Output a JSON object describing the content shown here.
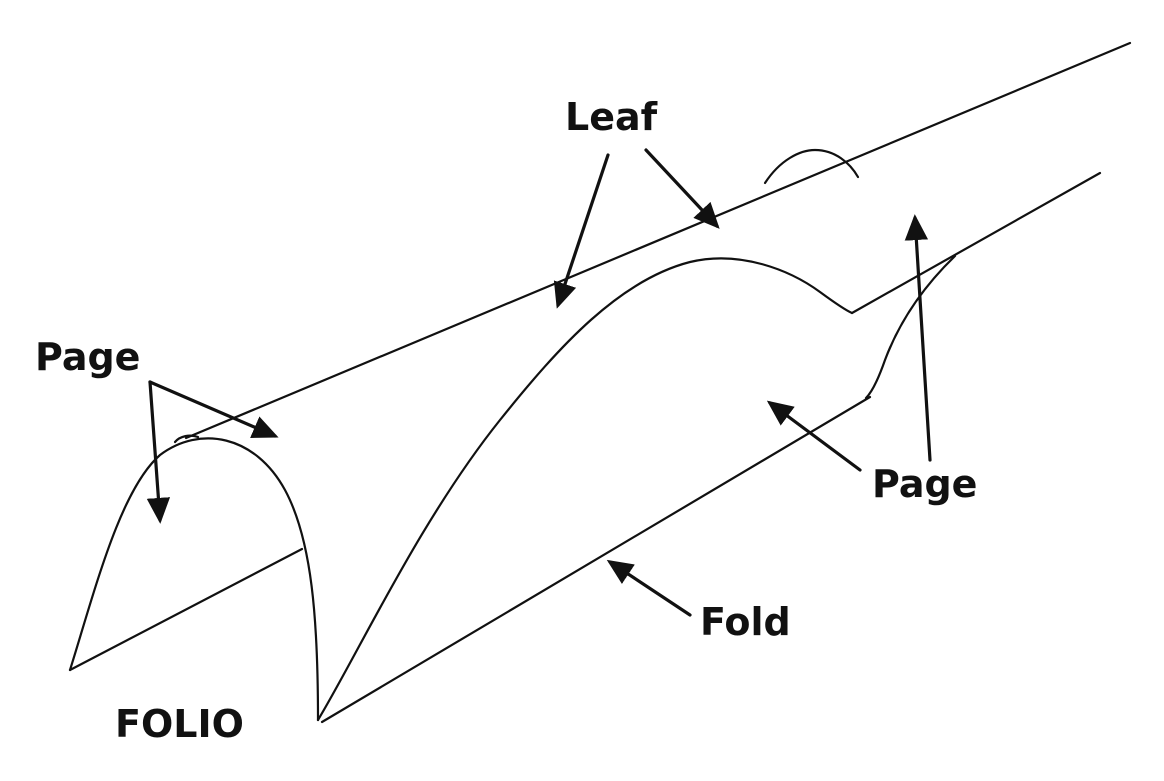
{
  "labels": {
    "leaf": "Leaf",
    "page_left": "Page",
    "page_right": "Page",
    "fold": "Fold",
    "folio": "FOLIO"
  },
  "colors": {
    "ink": "#111111",
    "background": "#ffffff"
  }
}
